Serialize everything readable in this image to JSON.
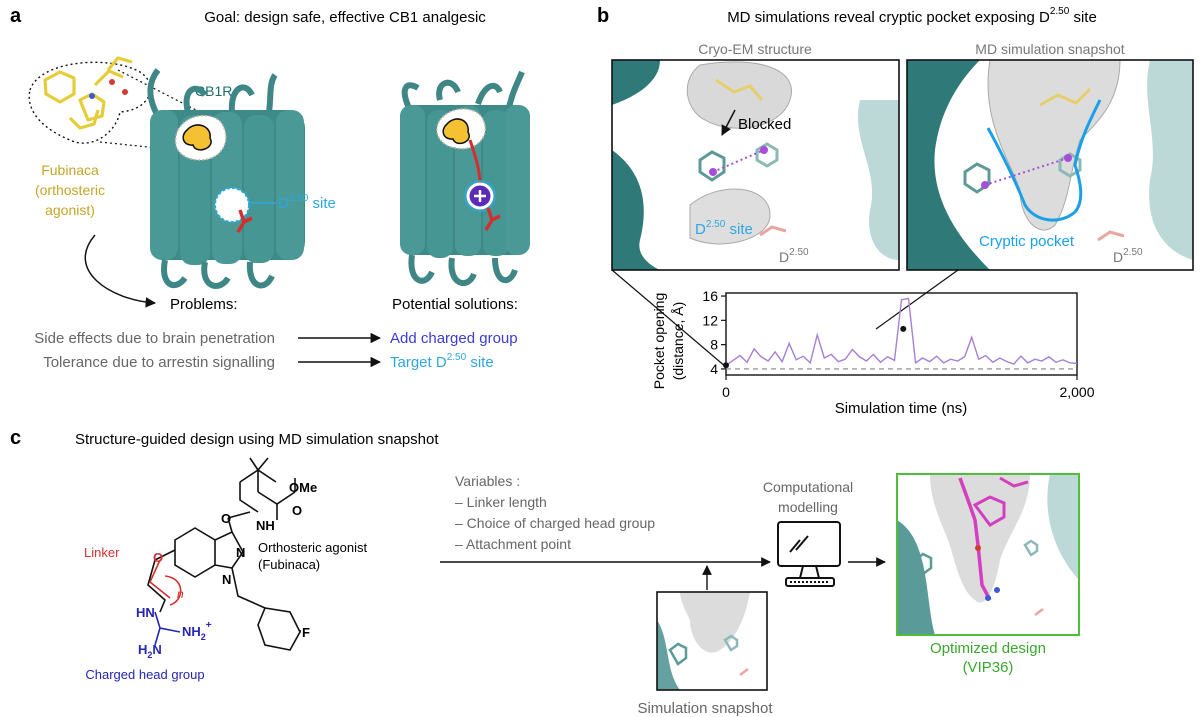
{
  "panel_a": {
    "label": "a",
    "title": "Goal: design safe, effective CB1 analgesic",
    "receptor_label": "CB1R",
    "ligand_name": "Fubinaca",
    "ligand_role_line1": "(orthosteric",
    "ligand_role_line2": "agonist)",
    "site_prefix": "D",
    "site_superscript": "2.50",
    "site_suffix": " site",
    "problems_heading": "Problems:",
    "solutions_heading": "Potential solutions:",
    "problems": [
      "Side effects due to brain penetration",
      "Tolerance due to arrestin signalling"
    ],
    "solution_1": "Add charged group",
    "solution_2_prefix": "Target D",
    "solution_2_superscript": "2.50",
    "solution_2_suffix": " site"
  },
  "panel_b": {
    "label": "b",
    "title_prefix": "MD simulations reveal cryptic pocket exposing D",
    "title_superscript": "2.50",
    "title_suffix": " site",
    "left_panel_title": "Cryo-EM structure",
    "right_panel_title": "MD simulation snapshot",
    "blocked_label": "Blocked",
    "site_prefix": "D",
    "site_superscript": "2.50",
    "site_suffix": " site",
    "residue_prefix": "D",
    "residue_superscript": "2.50",
    "cryptic_label": "Cryptic pocket",
    "chart_ylabel_line1": "Pocket opening",
    "chart_ylabel_line2": "(distance, Å)",
    "chart_xlabel": "Simulation time (ns)",
    "y_ticks": [
      "4",
      "8",
      "12",
      "16"
    ],
    "x_ticks": [
      "0",
      "2,000"
    ]
  },
  "panel_c": {
    "label": "c",
    "title": "Structure-guided design using MD simulation snapshot",
    "linker_label": "Linker",
    "head_group_label": "Charged head group",
    "agonist_line1": "Orthosteric agonist",
    "agonist_line2": "(Fubinaca)",
    "variables_heading": "Variables :",
    "variables": [
      "– Linker length",
      "– Choice of charged head group",
      "– Attachment point"
    ],
    "modelling_line1": "Computational",
    "modelling_line2": "modelling",
    "snapshot_label": "Simulation snapshot",
    "optimized_line1": "Optimized design",
    "optimized_line2": "(VIP36)",
    "chem": {
      "ome": "OMe",
      "nh": "NH",
      "o": "O",
      "n": "N",
      "f": "F",
      "linker_o": "O",
      "n_sub": "n",
      "hn": "HN",
      "nh2": "NH",
      "two": "2",
      "plus": "+",
      "h2n_h": "H",
      "h2n_n": "N"
    }
  },
  "chart_data": {
    "type": "line",
    "title": "",
    "xlabel": "Simulation time (ns)",
    "ylabel": "Pocket opening (distance, Å)",
    "xlim": [
      0,
      2000
    ],
    "ylim": [
      3,
      16.5
    ],
    "x_ticks": [
      0,
      2000
    ],
    "y_ticks": [
      4,
      8,
      12,
      16
    ],
    "baseline": 4,
    "series": [
      {
        "color": "#a77fd6",
        "x": [
          0,
          40,
          80,
          120,
          160,
          200,
          240,
          280,
          320,
          360,
          400,
          440,
          480,
          520,
          560,
          600,
          640,
          680,
          720,
          760,
          800,
          840,
          880,
          920,
          960,
          1000,
          1040,
          1080,
          1120,
          1160,
          1200,
          1240,
          1280,
          1320,
          1360,
          1400,
          1440,
          1480,
          1520,
          1560,
          1600,
          1640,
          1680,
          1720,
          1760,
          1800,
          1840,
          1880,
          1920,
          1960,
          2000
        ],
        "y": [
          4.6,
          5.4,
          6.2,
          5.1,
          7.3,
          6.0,
          5.3,
          6.8,
          5.2,
          8.2,
          5.5,
          6.1,
          5.0,
          9.6,
          5.8,
          6.4,
          5.2,
          5.6,
          7.2,
          6.0,
          5.3,
          6.4,
          5.1,
          6.0,
          5.4,
          15.4,
          15.6,
          5.0,
          5.8,
          5.2,
          6.1,
          5.0,
          5.6,
          5.3,
          6.0,
          9.2,
          5.6,
          6.2,
          5.1,
          5.8,
          5.2,
          4.8,
          6.1,
          5.0,
          5.6,
          5.3,
          6.0,
          5.1,
          5.5,
          5.0,
          4.9
        ]
      }
    ],
    "markers": [
      {
        "x": 0,
        "y": 4.6
      },
      {
        "x": 1010,
        "y": 10.6
      }
    ]
  }
}
